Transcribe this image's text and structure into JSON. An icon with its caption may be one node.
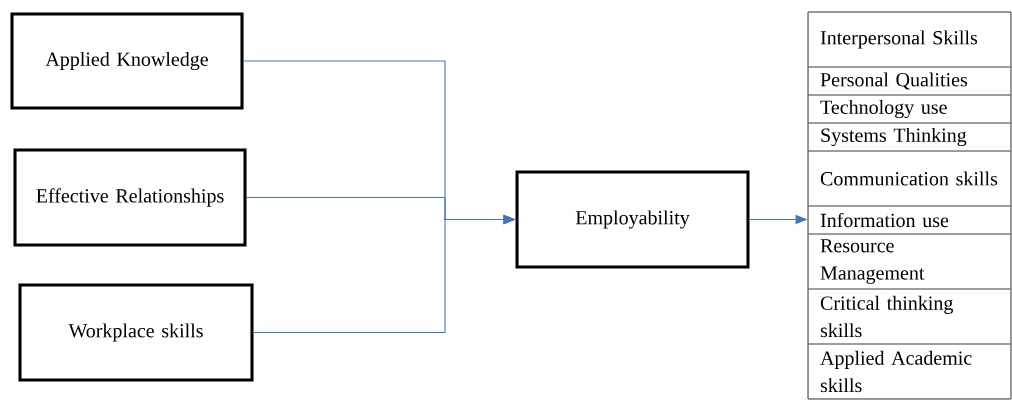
{
  "diagram": {
    "nodes": [
      {
        "text": [
          "Applied Knowledge"
        ]
      },
      {
        "text": [
          "Effective Relationships"
        ]
      },
      {
        "text": [
          "Workplace skills"
        ]
      },
      {
        "text": [
          "Employability"
        ]
      },
      {
        "text": [],
        "shape": "box"
      },
      {
        "text": [
          "Interpersonal Skills"
        ],
        "in": 4
      },
      {
        "text": [
          "Personal Qualities"
        ],
        "in": 4
      },
      {
        "text": [
          "Technology use"
        ],
        "in": 4
      },
      {
        "text": [
          "Systems Thinking"
        ],
        "in": 4
      },
      {
        "text": [
          "Communication skills"
        ],
        "in": 4
      },
      {
        "text": [
          "Information use"
        ],
        "in": 4
      },
      {
        "text": [
          "Resource Management"
        ],
        "in": 4
      },
      {
        "text": [
          "Critical thinking skills"
        ],
        "in": 4
      },
      {
        "text": [
          "Applied Academic skills"
        ],
        "in": 4
      }
    ],
    "edges": [
      {
        "from": 0,
        "to": 3,
        "arrow": "to"
      },
      {
        "from": 1,
        "to": 3,
        "arrow": "to"
      },
      {
        "from": 2,
        "to": 3,
        "arrow": "to"
      },
      {
        "from": 3,
        "to": 4,
        "arrow": "to"
      }
    ]
  }
}
